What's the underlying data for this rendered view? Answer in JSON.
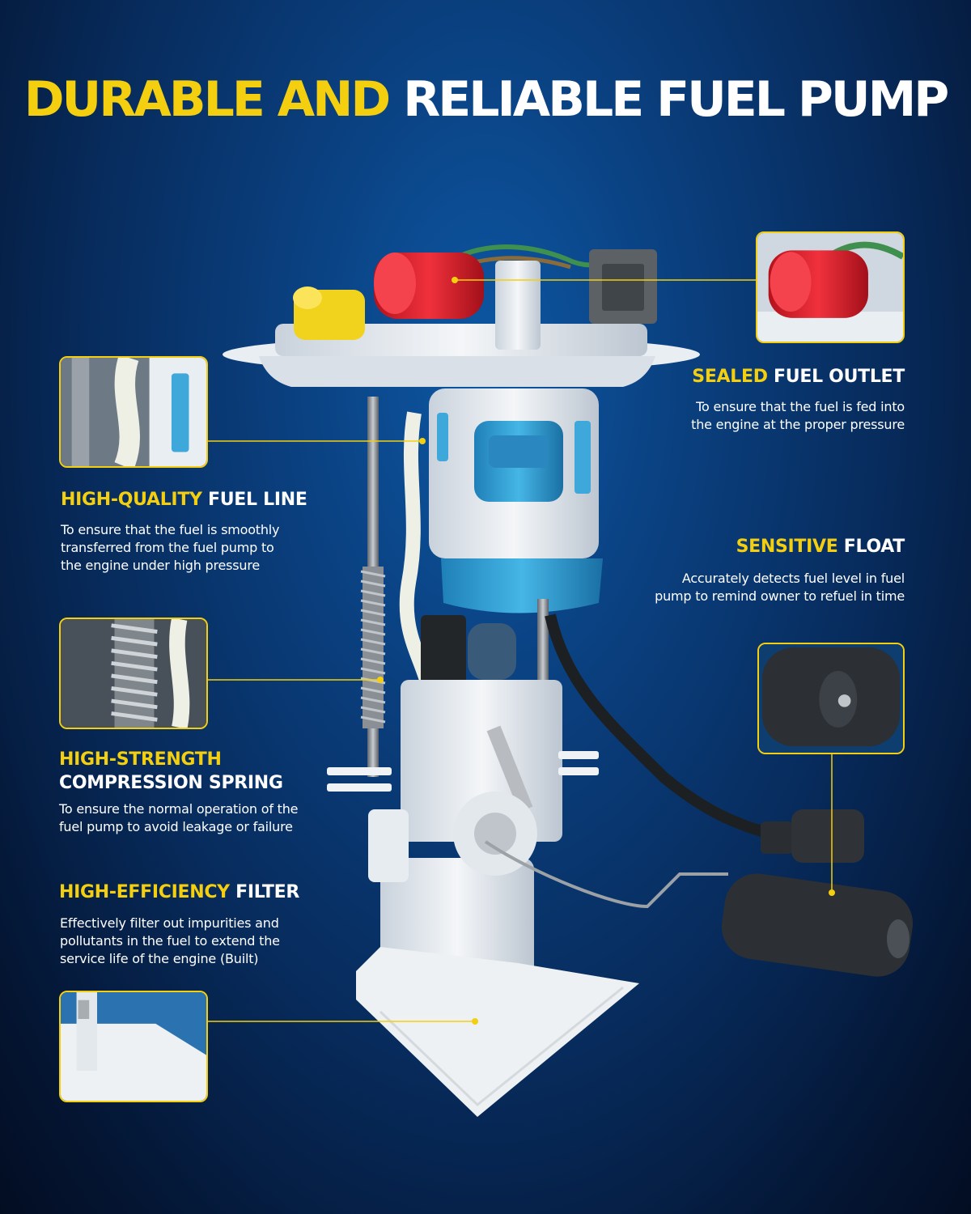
{
  "title": {
    "part1": "DURABLE AND",
    "part2": "RELIABLE FUEL PUMP"
  },
  "features": {
    "fuel_outlet": {
      "highlight": "SEALED",
      "rest": " FUEL OUTLET",
      "desc_line1": "To ensure that the fuel is fed into",
      "desc_line2": "the engine at the proper pressure"
    },
    "fuel_line": {
      "highlight": "HIGH-QUALITY",
      "rest": " FUEL LINE",
      "desc_line1": "To ensure that the fuel is smoothly",
      "desc_line2": "transferred from the fuel pump to",
      "desc_line3": "the engine under high pressure"
    },
    "float": {
      "highlight": "SENSITIVE",
      "rest": " FLOAT",
      "desc_line1": "Accurately detects fuel level in fuel",
      "desc_line2": "pump to remind owner to refuel in time"
    },
    "spring": {
      "highlight": "HIGH-STRENGTH",
      "rest_line2": "COMPRESSION SPRING",
      "desc_line1": "To ensure the normal operation of the",
      "desc_line2": "fuel pump to avoid leakage or failure"
    },
    "filter": {
      "highlight": "HIGH-EFFICIENCY",
      "rest": " FILTER",
      "desc_line1": "Effectively filter out impurities and",
      "desc_line2": "pollutants in the fuel to extend the",
      "desc_line3": "service life of the engine (Built)"
    }
  },
  "colors": {
    "accent": "#f3cf10",
    "text": "#ffffff",
    "background": "#0a3f7e"
  }
}
